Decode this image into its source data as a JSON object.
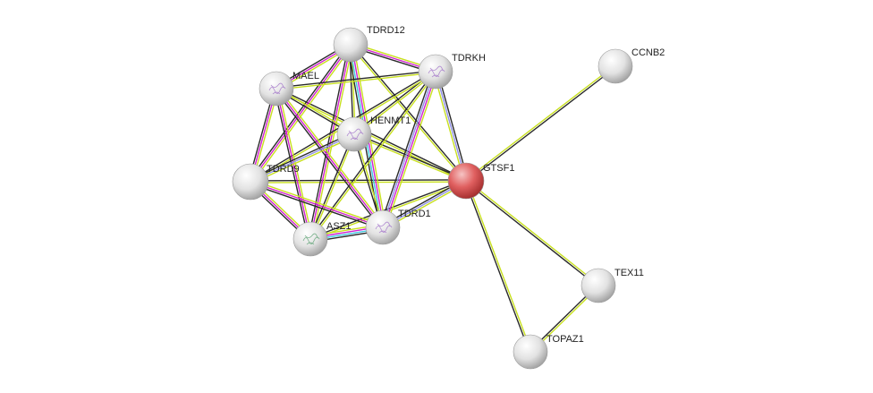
{
  "network": {
    "colors": {
      "query_node": "#e06060",
      "default_node": "#e6e6e6",
      "edge_textmining": "#c8e01e",
      "edge_coexpression": "#2a2a2a",
      "edge_experimental": "#d020d0",
      "edge_database": "#40c8e0",
      "edge_homology": "#9090e8"
    },
    "nodes": [
      {
        "id": "TDRD12",
        "label": "TDRD12",
        "query": false,
        "has_structure": false
      },
      {
        "id": "TDRKH",
        "label": "TDRKH",
        "query": false,
        "has_structure": true
      },
      {
        "id": "MAEL",
        "label": "MAEL",
        "query": false,
        "has_structure": true
      },
      {
        "id": "HENMT1",
        "label": "HENMT1",
        "query": false,
        "has_structure": true
      },
      {
        "id": "TDRD9",
        "label": "TDRD9",
        "query": false,
        "has_structure": false
      },
      {
        "id": "GTSF1",
        "label": "GTSF1",
        "query": true,
        "has_structure": false
      },
      {
        "id": "ASZ1",
        "label": "ASZ1",
        "query": false,
        "has_structure": true
      },
      {
        "id": "TDRD1",
        "label": "TDRD1",
        "query": false,
        "has_structure": true
      },
      {
        "id": "CCNB2",
        "label": "CCNB2",
        "query": false,
        "has_structure": false
      },
      {
        "id": "TEX11",
        "label": "TEX11",
        "query": false,
        "has_structure": false
      },
      {
        "id": "TOPAZ1",
        "label": "TOPAZ1",
        "query": false,
        "has_structure": false
      }
    ],
    "edges": [
      {
        "source": "GTSF1",
        "target": "CCNB2",
        "types": [
          "textmining",
          "coexpression"
        ]
      },
      {
        "source": "GTSF1",
        "target": "TEX11",
        "types": [
          "textmining",
          "coexpression"
        ]
      },
      {
        "source": "GTSF1",
        "target": "TOPAZ1",
        "types": [
          "textmining",
          "coexpression"
        ]
      },
      {
        "source": "TEX11",
        "target": "TOPAZ1",
        "types": [
          "textmining",
          "coexpression"
        ]
      },
      {
        "source": "GTSF1",
        "target": "TDRD12",
        "types": [
          "textmining",
          "coexpression"
        ]
      },
      {
        "source": "GTSF1",
        "target": "TDRKH",
        "types": [
          "textmining",
          "homology",
          "coexpression"
        ]
      },
      {
        "source": "GTSF1",
        "target": "MAEL",
        "types": [
          "textmining",
          "coexpression"
        ]
      },
      {
        "source": "GTSF1",
        "target": "HENMT1",
        "types": [
          "textmining",
          "coexpression"
        ]
      },
      {
        "source": "GTSF1",
        "target": "TDRD9",
        "types": [
          "textmining",
          "coexpression"
        ]
      },
      {
        "source": "GTSF1",
        "target": "ASZ1",
        "types": [
          "textmining",
          "coexpression"
        ]
      },
      {
        "source": "GTSF1",
        "target": "TDRD1",
        "types": [
          "textmining",
          "homology",
          "coexpression"
        ]
      },
      {
        "source": "TDRD12",
        "target": "TDRKH",
        "types": [
          "textmining",
          "experimental",
          "coexpression"
        ]
      },
      {
        "source": "TDRD12",
        "target": "MAEL",
        "types": [
          "textmining",
          "experimental",
          "coexpression"
        ]
      },
      {
        "source": "TDRD12",
        "target": "HENMT1",
        "types": [
          "textmining",
          "coexpression"
        ]
      },
      {
        "source": "TDRD12",
        "target": "TDRD9",
        "types": [
          "textmining",
          "experimental",
          "coexpression"
        ]
      },
      {
        "source": "TDRD12",
        "target": "ASZ1",
        "types": [
          "textmining",
          "experimental",
          "coexpression"
        ]
      },
      {
        "source": "TDRD12",
        "target": "TDRD1",
        "types": [
          "textmining",
          "experimental",
          "database",
          "coexpression"
        ]
      },
      {
        "source": "TDRKH",
        "target": "MAEL",
        "types": [
          "textmining",
          "coexpression"
        ]
      },
      {
        "source": "TDRKH",
        "target": "HENMT1",
        "types": [
          "textmining",
          "coexpression"
        ]
      },
      {
        "source": "TDRKH",
        "target": "TDRD9",
        "types": [
          "textmining",
          "coexpression"
        ]
      },
      {
        "source": "TDRKH",
        "target": "ASZ1",
        "types": [
          "textmining",
          "coexpression"
        ]
      },
      {
        "source": "TDRKH",
        "target": "TDRD1",
        "types": [
          "textmining",
          "experimental",
          "homology",
          "coexpression"
        ]
      },
      {
        "source": "MAEL",
        "target": "HENMT1",
        "types": [
          "textmining",
          "coexpression"
        ]
      },
      {
        "source": "MAEL",
        "target": "TDRD9",
        "types": [
          "textmining",
          "experimental",
          "coexpression"
        ]
      },
      {
        "source": "MAEL",
        "target": "ASZ1",
        "types": [
          "textmining",
          "experimental",
          "coexpression"
        ]
      },
      {
        "source": "MAEL",
        "target": "TDRD1",
        "types": [
          "textmining",
          "experimental",
          "coexpression"
        ]
      },
      {
        "source": "HENMT1",
        "target": "TDRD9",
        "types": [
          "textmining",
          "homology",
          "coexpression"
        ]
      },
      {
        "source": "HENMT1",
        "target": "ASZ1",
        "types": [
          "textmining",
          "coexpression"
        ]
      },
      {
        "source": "HENMT1",
        "target": "TDRD1",
        "types": [
          "textmining",
          "coexpression"
        ]
      },
      {
        "source": "TDRD9",
        "target": "ASZ1",
        "types": [
          "textmining",
          "experimental",
          "coexpression"
        ]
      },
      {
        "source": "TDRD9",
        "target": "TDRD1",
        "types": [
          "textmining",
          "experimental",
          "coexpression"
        ]
      },
      {
        "source": "ASZ1",
        "target": "TDRD1",
        "types": [
          "textmining",
          "experimental",
          "database",
          "coexpression"
        ]
      }
    ]
  }
}
